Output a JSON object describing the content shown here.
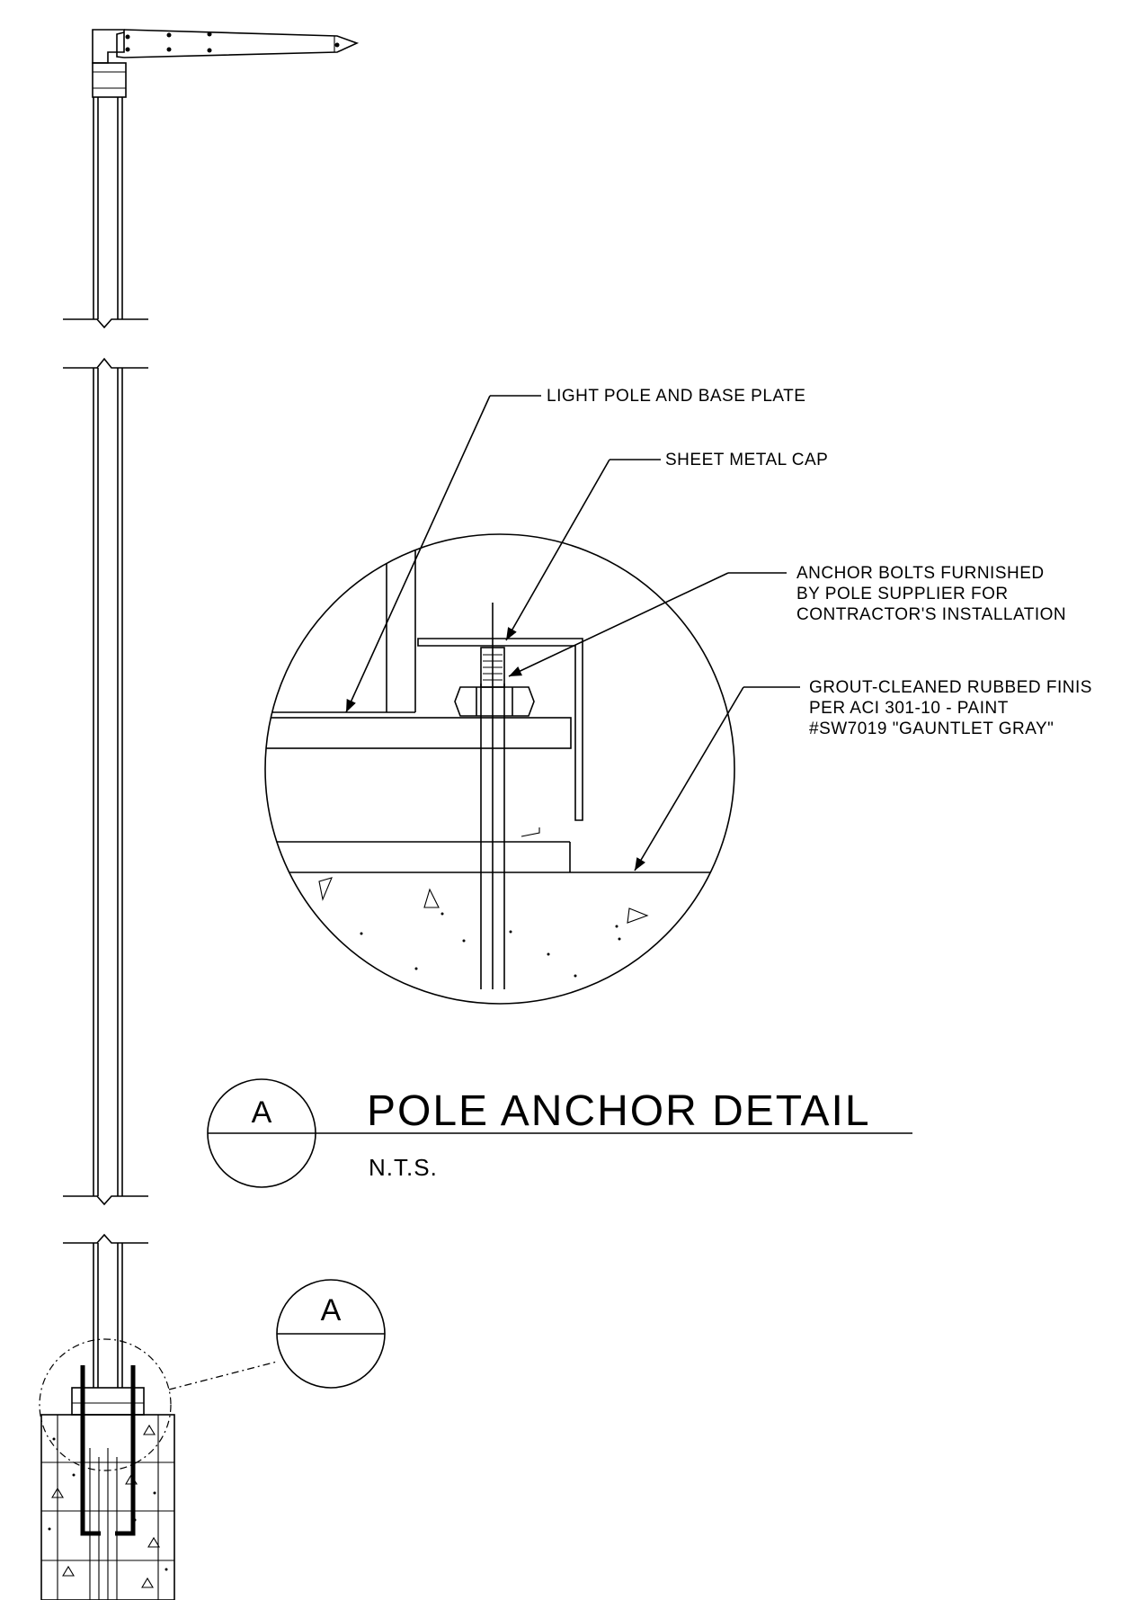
{
  "detail": {
    "bubble_letter": "A",
    "title": "POLE ANCHOR DETAIL",
    "scale": "N.T.S."
  },
  "callout": {
    "bubble_letter": "A"
  },
  "labels": {
    "light_pole": "LIGHT POLE AND BASE PLATE",
    "sheet_metal_cap": "SHEET METAL CAP",
    "anchor_bolts": [
      "ANCHOR BOLTS FURNISHED",
      "BY POLE SUPPLIER FOR",
      "CONTRACTOR'S INSTALLATION"
    ],
    "grout": [
      "GROUT-CLEANED RUBBED FINIS",
      "PER ACI 301-10 - PAINT",
      "#SW7019 \"GAUNTLET GRAY\""
    ]
  },
  "colors": {
    "line": "#000000",
    "background": "#ffffff"
  }
}
